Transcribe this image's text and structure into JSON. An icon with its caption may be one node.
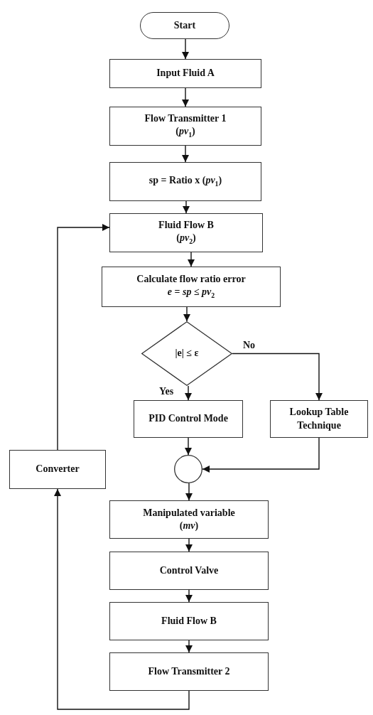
{
  "diagram": {
    "nodes": [
      {
        "text": [
          "Start"
        ]
      },
      {
        "text": [
          "Input Fluid A"
        ]
      },
      {
        "text": [
          "Flow Transmitter 1",
          "(*pv*$_{1}$)"
        ]
      },
      {
        "text": [
          "sp = Ratio x (*pv*$_{1}$)"
        ]
      },
      {
        "text": [
          "Fluid Flow B",
          "(*pv*$_{2}$)"
        ]
      },
      {
        "text": [
          "Calculate flow ratio error",
          "*e* = *sp* ≤ *pv*$_{2}$"
        ]
      },
      {
        "text": [
          "|e| ≤ ε"
        ]
      },
      {
        "text": [
          "PID Control Mode"
        ]
      },
      {
        "text": [
          "Lookup Table Technique"
        ]
      },
      {
        "text": [],
        "shape": "circle"
      },
      {
        "text": [
          "Converter"
        ]
      },
      {
        "text": [
          "Manipulated variable",
          "(*mv*)"
        ]
      },
      {
        "text": [
          "Control Valve"
        ]
      },
      {
        "text": [
          "Fluid Flow B"
        ]
      },
      {
        "text": [
          "Flow Transmitter 2"
        ]
      }
    ],
    "edges": [
      {
        "from": 0,
        "to": 1,
        "arrow": "to"
      },
      {
        "from": 1,
        "to": 2,
        "arrow": "to"
      },
      {
        "from": 2,
        "to": 3,
        "arrow": "to"
      },
      {
        "from": 3,
        "to": 4,
        "arrow": "to"
      },
      {
        "from": 4,
        "to": 5,
        "arrow": "to"
      },
      {
        "from": 5,
        "to": 6,
        "arrow": "to"
      },
      {
        "from": 6,
        "to": 7,
        "label": "Yes",
        "arrow": "to"
      },
      {
        "from": 6,
        "to": 8,
        "label": "No",
        "arrow": "to"
      },
      {
        "from": 7,
        "to": 9,
        "arrow": "to"
      },
      {
        "from": 8,
        "to": 9,
        "arrow": "to"
      },
      {
        "from": 9,
        "to": 11,
        "arrow": "to"
      },
      {
        "from": 11,
        "to": 12,
        "arrow": "to"
      },
      {
        "from": 12,
        "to": 13,
        "arrow": "to"
      },
      {
        "from": 13,
        "to": 14,
        "arrow": "to"
      },
      {
        "from": 14,
        "to": 10,
        "arrow": "to"
      },
      {
        "from": 10,
        "to": 4,
        "arrow": "to"
      }
    ]
  }
}
